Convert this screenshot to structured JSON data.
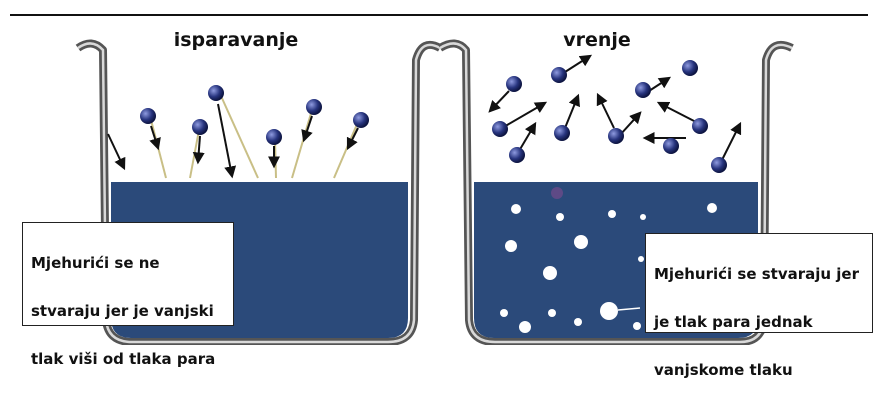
{
  "panels": {
    "evaporation": {
      "title": "isparavanje",
      "note_lines": [
        "Mjehurići se ne",
        "stvaraju jer je vanjski",
        "tlak viši od tlaka para"
      ]
    },
    "boiling": {
      "title": "vrenje",
      "note_lines": [
        "Mjehurići se stvaraju jer",
        "je tlak para jednak",
        "vanjskome tlaku"
      ]
    }
  },
  "colors": {
    "liquid": "#2b4a7a",
    "molecule": "#27347e",
    "beaker_wall": "#555555"
  }
}
